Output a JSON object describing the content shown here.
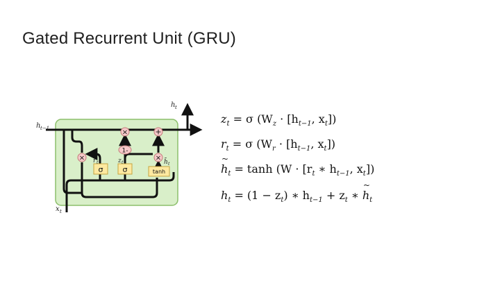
{
  "slide": {
    "title": "Gated Recurrent Unit (GRU)"
  },
  "diagram": {
    "labels": {
      "h_prev": "h",
      "h_prev_sub": "t−1",
      "h_out": "h",
      "h_out_sub": "t",
      "x_in": "x",
      "x_in_sub": "t",
      "r": "r",
      "r_sub": "t",
      "z": "z",
      "z_sub": "t",
      "h_tilde": "h̃",
      "h_tilde_sub": "t"
    },
    "gates": {
      "sigma_1": "σ",
      "sigma_2": "σ",
      "tanh": "tanh"
    },
    "ops": {
      "mult_top": "×",
      "add_top": "+",
      "one_minus": "1-",
      "mult_left": "×",
      "mult_right": "×"
    },
    "colors": {
      "cell_fill": "#d9efc9",
      "cell_border": "#8cbf6b",
      "gate_fill": "#fde9a0",
      "gate_border": "#c5a441",
      "op_fill": "#f6c9c9",
      "op_border": "#c47a7a",
      "line": "#111111"
    }
  },
  "equations": {
    "z_lhs": "z",
    "z_lhs_sub": "t",
    "z_rhs": "= σ (W",
    "z_rhs_w_sub": "z",
    "z_rhs_tail": "· [h",
    "z_rhs_h_sub": "t−1",
    "z_rhs_x": ", x",
    "z_rhs_x_sub": "t",
    "z_rhs_end": "])",
    "r_lhs": "r",
    "r_lhs_sub": "t",
    "r_rhs": "= σ (W",
    "r_rhs_w_sub": "r",
    "r_rhs_tail": "· [h",
    "r_rhs_h_sub": "t−1",
    "r_rhs_x": ", x",
    "r_rhs_x_sub": "t",
    "r_rhs_end": "])",
    "ht_lhs": "h",
    "ht_lhs_sub": "t",
    "ht_rhs": "= tanh (W · [r",
    "ht_rhs_r_sub": "t",
    "ht_rhs_mid": " ∗ h",
    "ht_rhs_h_sub": "t−1",
    "ht_rhs_x": ", x",
    "ht_rhs_x_sub": "t",
    "ht_rhs_end": "])",
    "h_lhs": "h",
    "h_lhs_sub": "t",
    "h_rhs": "= (1 − z",
    "h_rhs_z_sub": "t",
    "h_rhs_mid": ") ∗ h",
    "h_rhs_h_sub": "t−1",
    "h_rhs_plus": " + z",
    "h_rhs_z2_sub": "t",
    "h_rhs_star": " ∗ ",
    "h_rhs_ht": "h",
    "h_rhs_ht_sub": "t"
  }
}
